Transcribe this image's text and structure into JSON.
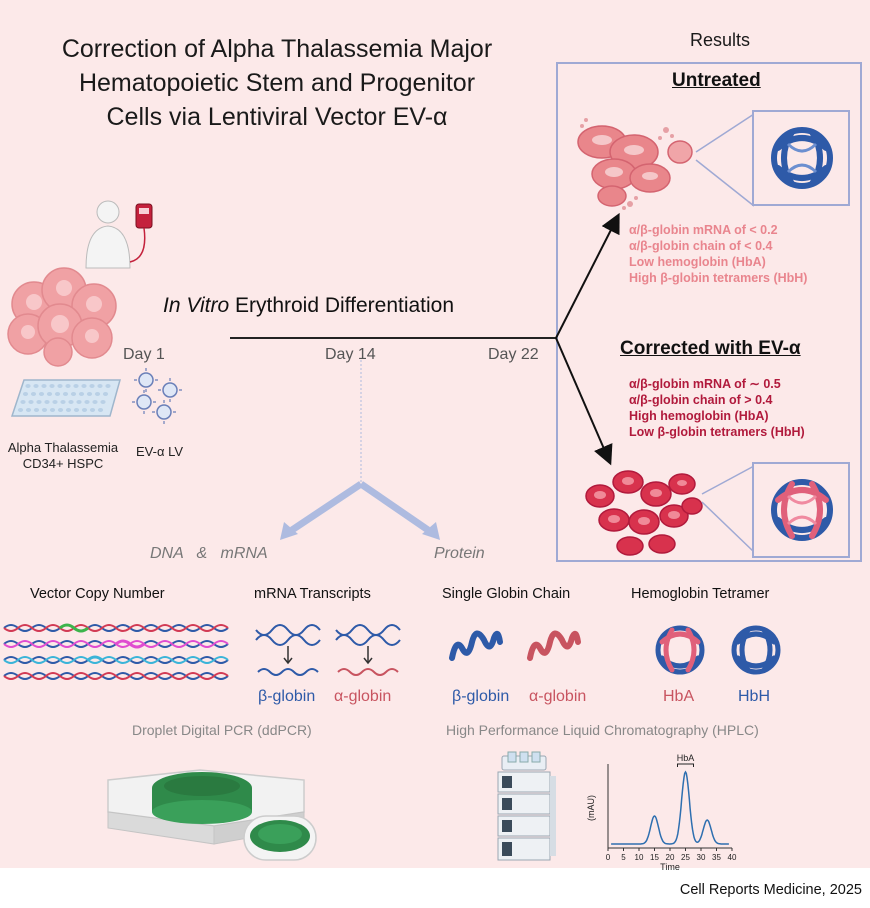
{
  "title_lines": [
    "Correction of  Alpha Thalassemia Major",
    "Hematopoietic Stem and Progenitor",
    "Cells via Lentiviral Vector EV-α"
  ],
  "results": {
    "label": "Results",
    "untreated": {
      "heading": "Untreated",
      "findings": [
        "α/β-globin mRNA of < 0.2",
        "α/β-globin chain of < 0.4",
        "Low hemoglobin (HbA)",
        "High β-globin tetramers (HbH)"
      ]
    },
    "corrected": {
      "heading": "Corrected with EV-α",
      "findings": [
        "α/β-globin mRNA of ∼ 0.5",
        "α/β-globin chain of > 0.4",
        "High hemoglobin (HbA)",
        "Low  β-globin tetramers (HbH)"
      ]
    }
  },
  "timeline": {
    "italic": "In Vitro",
    "rest": " Erythroid Differentiation",
    "days": [
      "Day 1",
      "Day 14",
      "Day 22"
    ]
  },
  "inputs": {
    "hspc_line1": "Alpha Thalassemia",
    "hspc_line2": "CD34+ HSPC",
    "vector": "EV-α LV"
  },
  "branches": {
    "left": "DNA   &   mRNA",
    "right": "Protein"
  },
  "assays": {
    "vcn": "Vector Copy Number",
    "mrna": {
      "title": "mRNA Transcripts",
      "beta": "β-globin",
      "alpha": "α-globin"
    },
    "chain": {
      "title": "Single Globin Chain",
      "beta": "β-globin",
      "alpha": "α-globin"
    },
    "tetramer": {
      "title": "Hemoglobin Tetramer",
      "hba": "HbA",
      "hbh": "HbH"
    },
    "method_ddpcr": "Droplet Digital PCR (ddPCR)",
    "method_hplc": "High Performance Liquid Chromatography (HPLC)"
  },
  "chart_data": {
    "type": "line",
    "title": "",
    "annotation": "HbA",
    "xlabel": "Time",
    "ylabel": "(mAU)",
    "xlim": [
      0,
      40
    ],
    "xticks": [
      0,
      5,
      10,
      15,
      20,
      25,
      30,
      35,
      40
    ],
    "peaks": [
      {
        "x": 15,
        "height": 0.35
      },
      {
        "x": 25,
        "height": 0.9
      },
      {
        "x": 32,
        "height": 0.3
      }
    ]
  },
  "colors": {
    "blue": "#2e5aa8",
    "red": "#c85460",
    "panel": "#fce9e9",
    "box": "#9fa9d4"
  },
  "footer": "Cell Reports Medicine, 2025"
}
